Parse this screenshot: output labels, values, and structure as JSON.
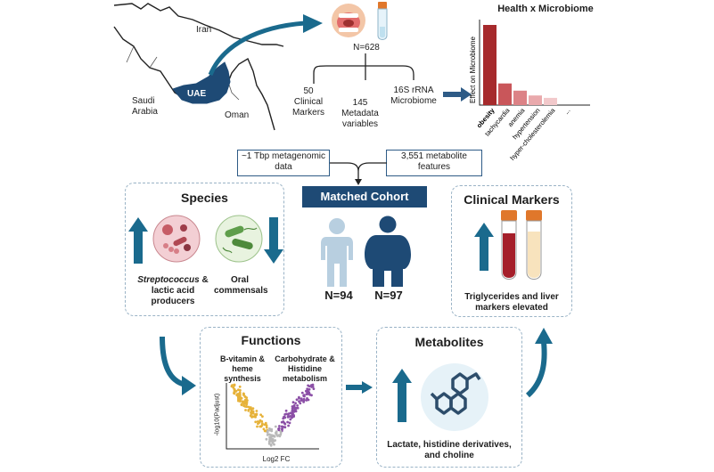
{
  "map": {
    "labels": [
      "Iran",
      "Saudi Arabia",
      "UAE",
      "Oman"
    ],
    "uae_color": "#1e4a75"
  },
  "sampling": {
    "n": "N=628",
    "items": [
      "50 Clinical Markers",
      "145 Metadata variables",
      "16S rRNA Microbiome"
    ]
  },
  "health_chart": {
    "title": "Health x Microbiome",
    "ylabel": "Effect on Microbiome",
    "categories": [
      "obesity",
      "tachycardia",
      "anemia",
      "hypertension",
      "hyper-cholesterolemia",
      "..."
    ],
    "values": [
      1.0,
      0.27,
      0.18,
      0.12,
      0.09,
      0
    ],
    "colors": [
      "#a62a2c",
      "#c9565a",
      "#dc8286",
      "#e9a9ac",
      "#f2c9cb",
      "#ffffff"
    ]
  },
  "data_sources": [
    "~1 Tbp metagenomic data",
    "3,551 metabolite features"
  ],
  "cohort": {
    "title": "Matched Cohort",
    "groups": [
      {
        "n": "N=94",
        "color": "#b8cfe0"
      },
      {
        "n": "N=97",
        "color": "#1e4a75"
      }
    ]
  },
  "species": {
    "title": "Species",
    "up_label_italic": "Streptococcus",
    "up_label_rest": " & lactic acid producers",
    "down_label": "Oral commensals"
  },
  "clinical": {
    "title": "Clinical Markers",
    "label": "Triglycerides and liver markers elevated"
  },
  "functions": {
    "title": "Functions",
    "left_label": "B-vitamin & heme synthesis",
    "right_label": "Carbohydrate & Histidine metabolism",
    "ylabel": "-log10(Padjust)",
    "xlabel": "Log2 FC",
    "left_color": "#e6b23a",
    "right_color": "#8b4fa6"
  },
  "metabolites": {
    "title": "Metabolites",
    "label": "Lactate, histidine derivatives, and choline"
  },
  "colors": {
    "arrow": "#1a6a8d",
    "dark_blue": "#1e4a75"
  }
}
